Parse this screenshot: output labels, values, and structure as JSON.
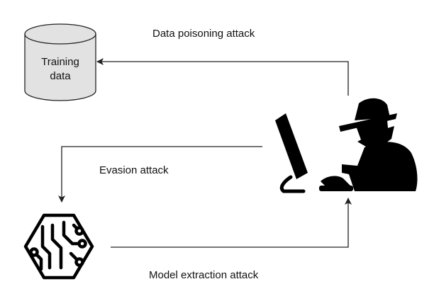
{
  "nodes": {
    "training_data": {
      "line1": "Training",
      "line2": "data"
    },
    "ml_model": {
      "icon": "brain-circuit-icon"
    },
    "attacker": {
      "icon": "hacker-at-computer-icon"
    }
  },
  "edges": {
    "data_poisoning": {
      "label": "Data poisoning attack"
    },
    "evasion": {
      "label": "Evasion attack"
    },
    "model_extraction": {
      "label": "Model extraction attack"
    }
  },
  "colors": {
    "line": "#222222",
    "cylinder_fill": "#e2e2e2",
    "icon": "#000000"
  }
}
